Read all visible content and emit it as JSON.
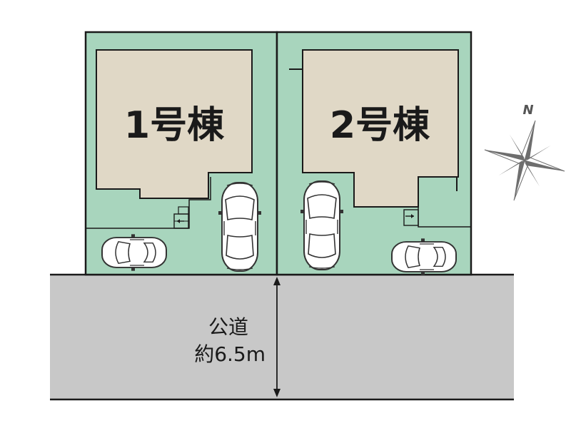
{
  "plots": [
    {
      "label": "1号棟"
    },
    {
      "label": "2号棟"
    }
  ],
  "road": {
    "name": "公道",
    "width": "約6.5m"
  },
  "compass": {
    "north": "N"
  },
  "colors": {
    "lot": "#a8d5bd",
    "building": "#e0d8c6",
    "road": "#c8c8c8",
    "outline": "#1a1a1a"
  },
  "icons": [
    "car-icon",
    "compass-rose-icon",
    "dimension-arrow-icon",
    "entrance-step-icon"
  ]
}
